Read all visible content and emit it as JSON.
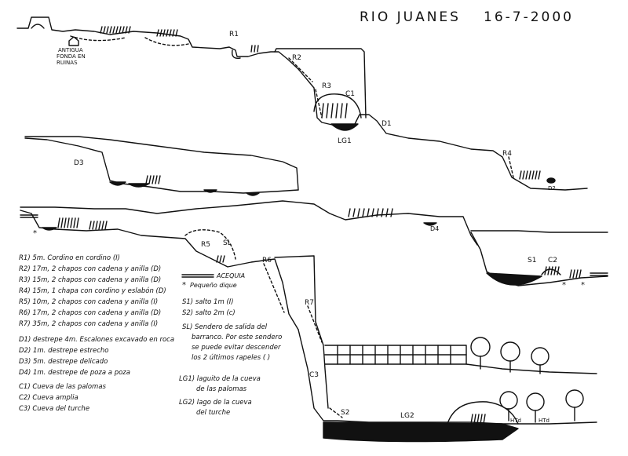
{
  "header": {
    "title": "RIO JUANES",
    "date": "16-7-2000"
  },
  "labels": {
    "ruin_line1": "ANTIGUA",
    "ruin_line2": "FONDA EN",
    "ruin_line3": "RUINAS",
    "r1": "R1",
    "r2": "R2",
    "r3": "R3",
    "r4": "R4",
    "r5": "R5",
    "r6": "R6",
    "r7": "R7",
    "c1": "C1",
    "c2": "C2",
    "c3": "C3",
    "d1": "D1",
    "d2": "D2",
    "d3": "D3",
    "d4": "D4",
    "s1": "S1",
    "s2": "S2",
    "sl": "SL",
    "lg1": "LG1",
    "lg2": "LG2",
    "htd1": "HTd",
    "htd2": "HTd"
  },
  "legend_rappels": [
    "R1) 5m. Cordino en cordino (I)",
    "R2) 17m, 2 chapos con cadena y anilla (D)",
    "R3) 15m, 2 chapos con cadena y anilla (D)",
    "R4) 15m, 1 chapa con cordino y eslabón (D)",
    "R5) 10m, 2 chapos con cadena y anilla (I)",
    "R6) 17m, 2 chapos con cadena y anilla (D)",
    "R7) 35m, 2 chapos con cadena y anilla (I)"
  ],
  "legend_destrepes": [
    "D1) destrepe 4m. Escalones excavado en roca",
    "D2) 1m. destrepe estrecho",
    "D3) 5m. destrepe delicado",
    "D4) 1m. destrepe de poza a poza"
  ],
  "legend_cuevas": [
    "C1) Cueva de las palomas",
    "C2) Cueva amplia",
    "C3) Cueva del turche"
  ],
  "legend_symbols": {
    "acequia": "ACEQUIA",
    "dique": "Pequeño dique"
  },
  "legend_saltos": [
    "S1) salto 1m (I)",
    "S2) salto 2m (c)"
  ],
  "legend_sendero": [
    "SL) Sendero de salida del",
    "barranco. Por este sendero",
    "se puede evitar descender",
    "los 2 últimos rapeles ( )"
  ],
  "legend_lagos": [
    "LG1) laguito de la cueva",
    "de las palomas",
    "LG2) lago de la cueva",
    "del turche"
  ]
}
